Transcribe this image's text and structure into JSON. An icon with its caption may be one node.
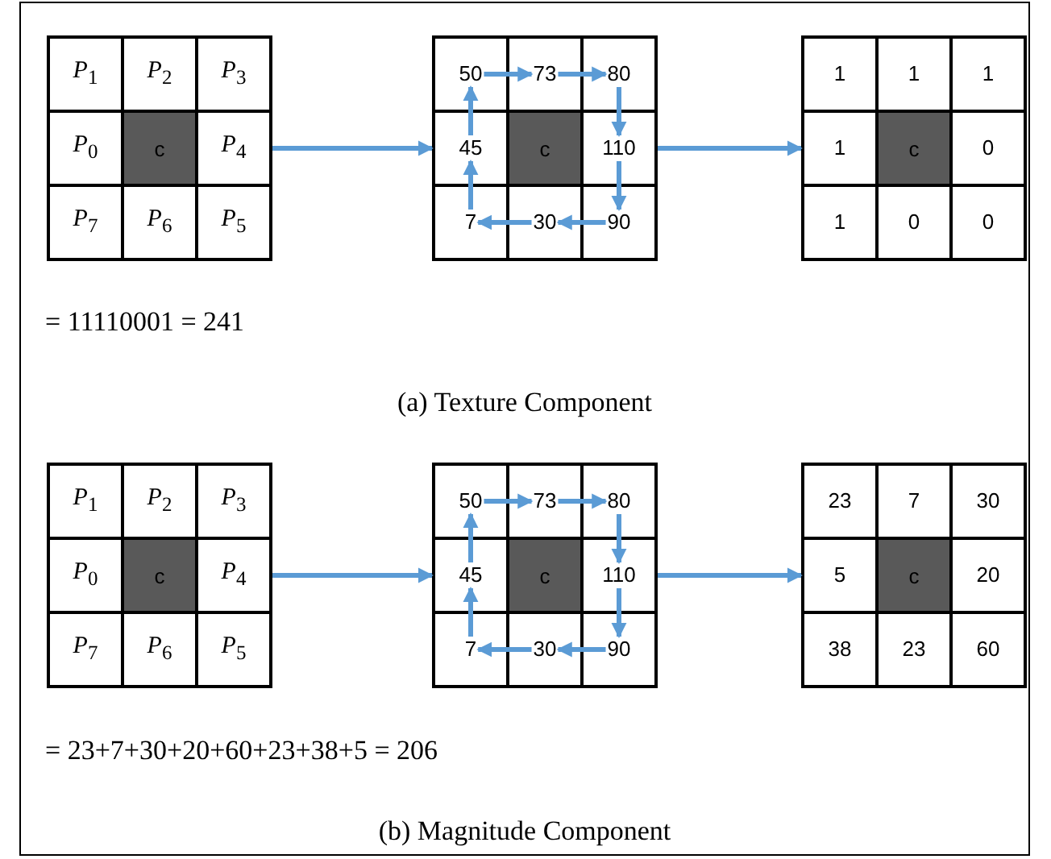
{
  "diagram": {
    "nodes": [
      {
        "text": [],
        "shape": "box"
      },
      {
        "text": [
          "*P*$_{1}$"
        ],
        "in": 0
      },
      {
        "text": [
          "*P*$_{2}$"
        ],
        "in": 0
      },
      {
        "text": [
          "*P*$_{3}$"
        ],
        "in": 0
      },
      {
        "text": [
          "*P*$_{0}$"
        ],
        "in": 0
      },
      {
        "text": [
          "c"
        ],
        "in": 0
      },
      {
        "text": [
          "*P*$_{4}$"
        ],
        "in": 0
      },
      {
        "text": [
          "*P*$_{7}$"
        ],
        "in": 0
      },
      {
        "text": [
          "*P*$_{6}$"
        ],
        "in": 0
      },
      {
        "text": [
          "*P*$_{5}$"
        ],
        "in": 0
      },
      {
        "text": [],
        "shape": "box"
      },
      {
        "text": [
          "50"
        ],
        "in": 10
      },
      {
        "text": [
          "73"
        ],
        "in": 10
      },
      {
        "text": [
          "80"
        ],
        "in": 10
      },
      {
        "text": [
          "45"
        ],
        "in": 10
      },
      {
        "text": [
          "c"
        ],
        "in": 10
      },
      {
        "text": [
          "110"
        ],
        "in": 10
      },
      {
        "text": [
          "7"
        ],
        "in": 10
      },
      {
        "text": [
          "30"
        ],
        "in": 10
      },
      {
        "text": [
          "90"
        ],
        "in": 10
      },
      {
        "text": [],
        "shape": "box"
      },
      {
        "text": [
          "1"
        ],
        "in": 20
      },
      {
        "text": [
          "1"
        ],
        "in": 20
      },
      {
        "text": [
          "1"
        ],
        "in": 20
      },
      {
        "text": [
          "1"
        ],
        "in": 20
      },
      {
        "text": [
          "c"
        ],
        "in": 20
      },
      {
        "text": [
          "0"
        ],
        "in": 20
      },
      {
        "text": [
          "1"
        ],
        "in": 20
      },
      {
        "text": [
          "0"
        ],
        "in": 20
      },
      {
        "text": [
          "0"
        ],
        "in": 20
      },
      {
        "text": [],
        "shape": "box"
      },
      {
        "text": [
          "*P*$_{1}$"
        ],
        "in": 30
      },
      {
        "text": [
          "*P*$_{2}$"
        ],
        "in": 30
      },
      {
        "text": [
          "*P*$_{3}$"
        ],
        "in": 30
      },
      {
        "text": [
          "*P*$_{0}$"
        ],
        "in": 30
      },
      {
        "text": [
          "c"
        ],
        "in": 30
      },
      {
        "text": [
          "*P*$_{4}$"
        ],
        "in": 30
      },
      {
        "text": [
          "*P*$_{7}$"
        ],
        "in": 30
      },
      {
        "text": [
          "*P*$_{6}$"
        ],
        "in": 30
      },
      {
        "text": [
          "*P*$_{5}$"
        ],
        "in": 30
      },
      {
        "text": [],
        "shape": "box"
      },
      {
        "text": [
          "50"
        ],
        "in": 40
      },
      {
        "text": [
          "73"
        ],
        "in": 40
      },
      {
        "text": [
          "80"
        ],
        "in": 40
      },
      {
        "text": [
          "45"
        ],
        "in": 40
      },
      {
        "text": [
          "c"
        ],
        "in": 40
      },
      {
        "text": [
          "110"
        ],
        "in": 40
      },
      {
        "text": [
          "7"
        ],
        "in": 40
      },
      {
        "text": [
          "30"
        ],
        "in": 40
      },
      {
        "text": [
          "90"
        ],
        "in": 40
      },
      {
        "text": [],
        "shape": "box"
      },
      {
        "text": [
          "23"
        ],
        "in": 50
      },
      {
        "text": [
          "7"
        ],
        "in": 50
      },
      {
        "text": [
          "30"
        ],
        "in": 50
      },
      {
        "text": [
          "5"
        ],
        "in": 50
      },
      {
        "text": [
          "c"
        ],
        "in": 50
      },
      {
        "text": [
          "20"
        ],
        "in": 50
      },
      {
        "text": [
          "38"
        ],
        "in": 50
      },
      {
        "text": [
          "23"
        ],
        "in": 50
      },
      {
        "text": [
          "60"
        ],
        "in": 50
      }
    ],
    "edges": [
      {
        "from": 0,
        "to": 10,
        "arrow": "to"
      },
      {
        "from": 14,
        "to": 11,
        "arrow": "to"
      },
      {
        "from": 11,
        "to": 12,
        "arrow": "to"
      },
      {
        "from": 12,
        "to": 13,
        "arrow": "to"
      },
      {
        "from": 13,
        "to": 16,
        "arrow": "to"
      },
      {
        "from": 16,
        "to": 19,
        "arrow": "to"
      },
      {
        "from": 19,
        "to": 18,
        "arrow": "to"
      },
      {
        "from": 18,
        "to": 17,
        "arrow": "to"
      },
      {
        "from": 17,
        "to": 14,
        "arrow": "to"
      },
      {
        "from": 10,
        "to": 20,
        "arrow": "to"
      },
      {
        "from": 30,
        "to": 40,
        "arrow": "to"
      },
      {
        "from": 44,
        "to": 41,
        "arrow": "to"
      },
      {
        "from": 41,
        "to": 42,
        "arrow": "to"
      },
      {
        "from": 42,
        "to": 43,
        "arrow": "to"
      },
      {
        "from": 43,
        "to": 46,
        "arrow": "to"
      },
      {
        "from": 46,
        "to": 49,
        "arrow": "to"
      },
      {
        "from": 49,
        "to": 48,
        "arrow": "to"
      },
      {
        "from": 48,
        "to": 47,
        "arrow": "to"
      },
      {
        "from": 47,
        "to": 44,
        "arrow": "to"
      },
      {
        "from": 40,
        "to": 50,
        "arrow": "to"
      }
    ],
    "labels": [
      "= 11110001 = 241",
      "(a) Texture Component",
      "= 23+7+30+20+60+23+38+5 = 206",
      "(b) Magnitude Component"
    ]
  }
}
